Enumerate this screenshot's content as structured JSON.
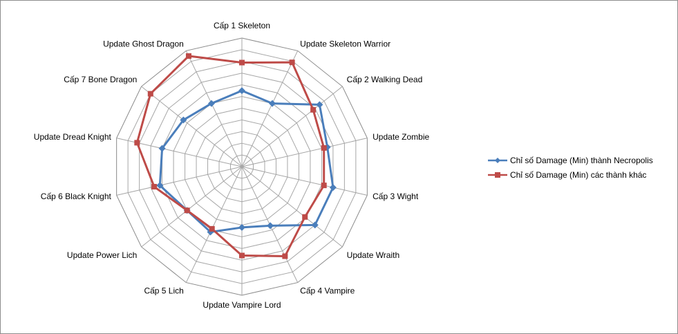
{
  "chart_data": {
    "type": "radar",
    "title": "",
    "categories": [
      "Cấp 1 Skeleton",
      "Update Skeleton Warrior",
      "Cấp 2 Walking Dead",
      "Update Zombie",
      "Cấp 3 Wight",
      "Update Wraith",
      "Cấp 4 Vampire",
      "Update Vampire Lord",
      "Cấp 5 Lich",
      "Update Power Lich",
      "Cấp 6 Black Knight",
      "Update Dread Knight",
      "Cấp 7 Bone Dragon",
      "Update Ghost Dragon"
    ],
    "series": [
      {
        "name": "Chỉ số Damage (Min) thành Necropolis",
        "color": "#4a7ebb",
        "marker": "diamond",
        "values": [
          6.5,
          6.0,
          8.5,
          7.5,
          8.0,
          8.0,
          5.6,
          5.2,
          6.2,
          6.0,
          7.2,
          7.0,
          6.4,
          6.0
        ]
      },
      {
        "name": "Chỉ số Damage (Min) các thành khác",
        "color": "#be4b48",
        "marker": "square",
        "values": [
          8.9,
          9.9,
          7.8,
          7.2,
          7.2,
          6.9,
          8.5,
          7.6,
          5.9,
          6.0,
          7.7,
          9.2,
          10.0,
          10.5
        ]
      }
    ],
    "rlim": [
      0,
      11
    ],
    "rings": 11,
    "grid": true,
    "legend_position": "right"
  }
}
